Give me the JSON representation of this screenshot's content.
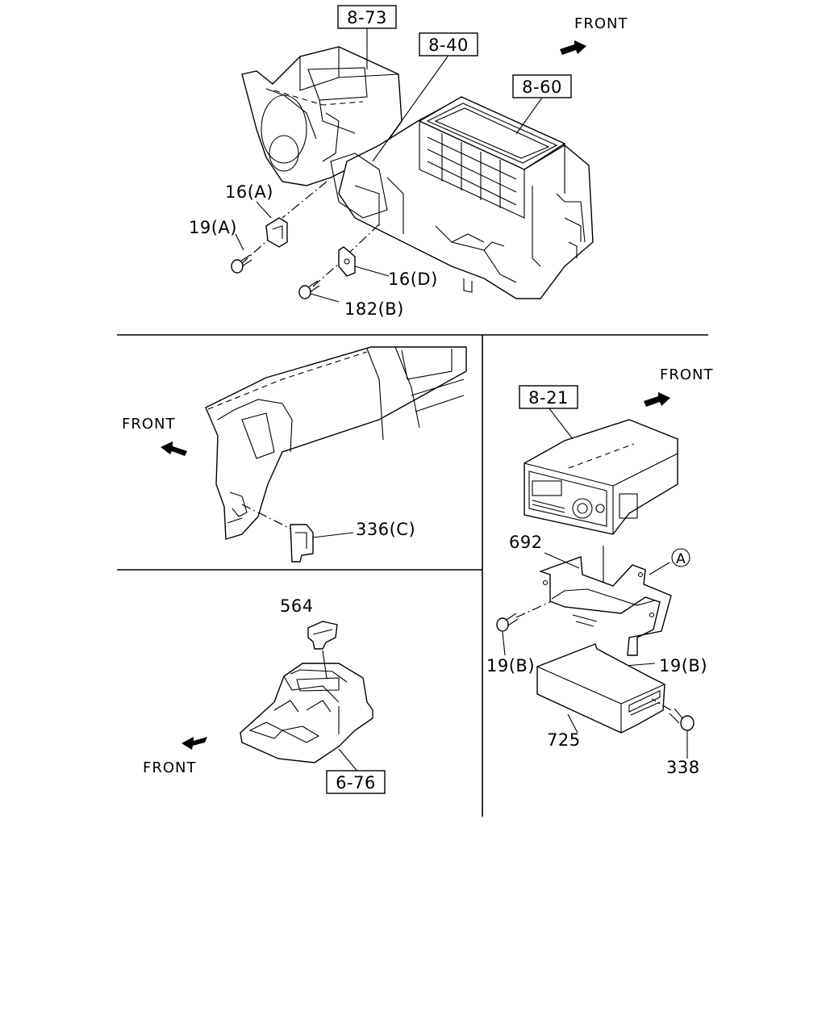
{
  "diagram": {
    "refs": {
      "r873": "8-73",
      "r840": "8-40",
      "r860": "8-60",
      "r821": "8-21",
      "r676": "6-76"
    },
    "front_label": "FRONT",
    "parts": {
      "p16a": "16(A)",
      "p19a": "19(A)",
      "p16d": "16(D)",
      "p182b": "182(B)",
      "p336c": "336(C)",
      "p564": "564",
      "p692": "692",
      "p19b_left": "19(B)",
      "p19b_right": "19(B)",
      "p725": "725",
      "p338": "338",
      "circleA": "A"
    }
  }
}
